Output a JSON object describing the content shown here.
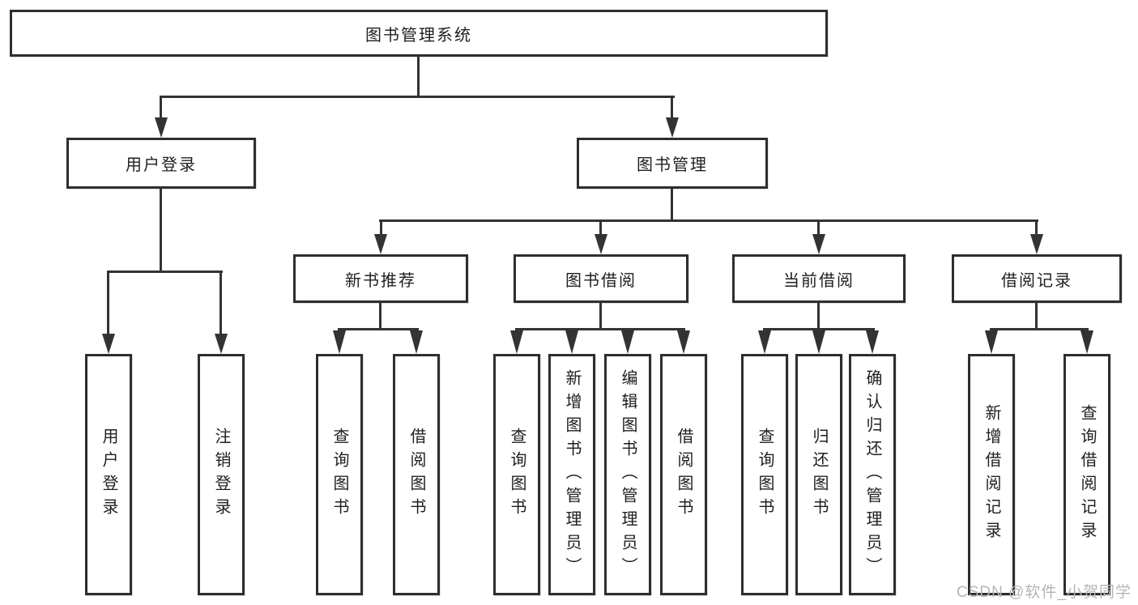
{
  "title": "图书管理系统",
  "level2": {
    "user_login": "用户登录",
    "book_management": "图书管理"
  },
  "level3": {
    "new_book_recommend": "新书推荐",
    "book_borrowing": "图书借阅",
    "current_borrowing": "当前借阅",
    "borrowing_records": "借阅记录"
  },
  "leaves": {
    "user_login": "用户登录",
    "logout": "注销登录",
    "nbr_query_books": "查询图书",
    "nbr_borrow_books": "借阅图书",
    "bb_query_books": "查询图书",
    "bb_add_books_admin": "新增图书（管理员）",
    "bb_edit_books_admin": "编辑图书（管理员）",
    "bb_borrow_books": "借阅图书",
    "cb_query_books": "查询图书",
    "cb_return_books": "归还图书",
    "cb_confirm_return_admin": "确认归还（管理员）",
    "br_add_record": "新增借阅记录",
    "br_query_record": "查询借阅记录"
  },
  "watermark": "CSDN @软件_小贺同学",
  "colors": {
    "line": "#333333",
    "box_border": "#2e2e2e",
    "text": "#1f1f1f",
    "watermark": "#b5b5b5",
    "background": "#ffffff"
  }
}
